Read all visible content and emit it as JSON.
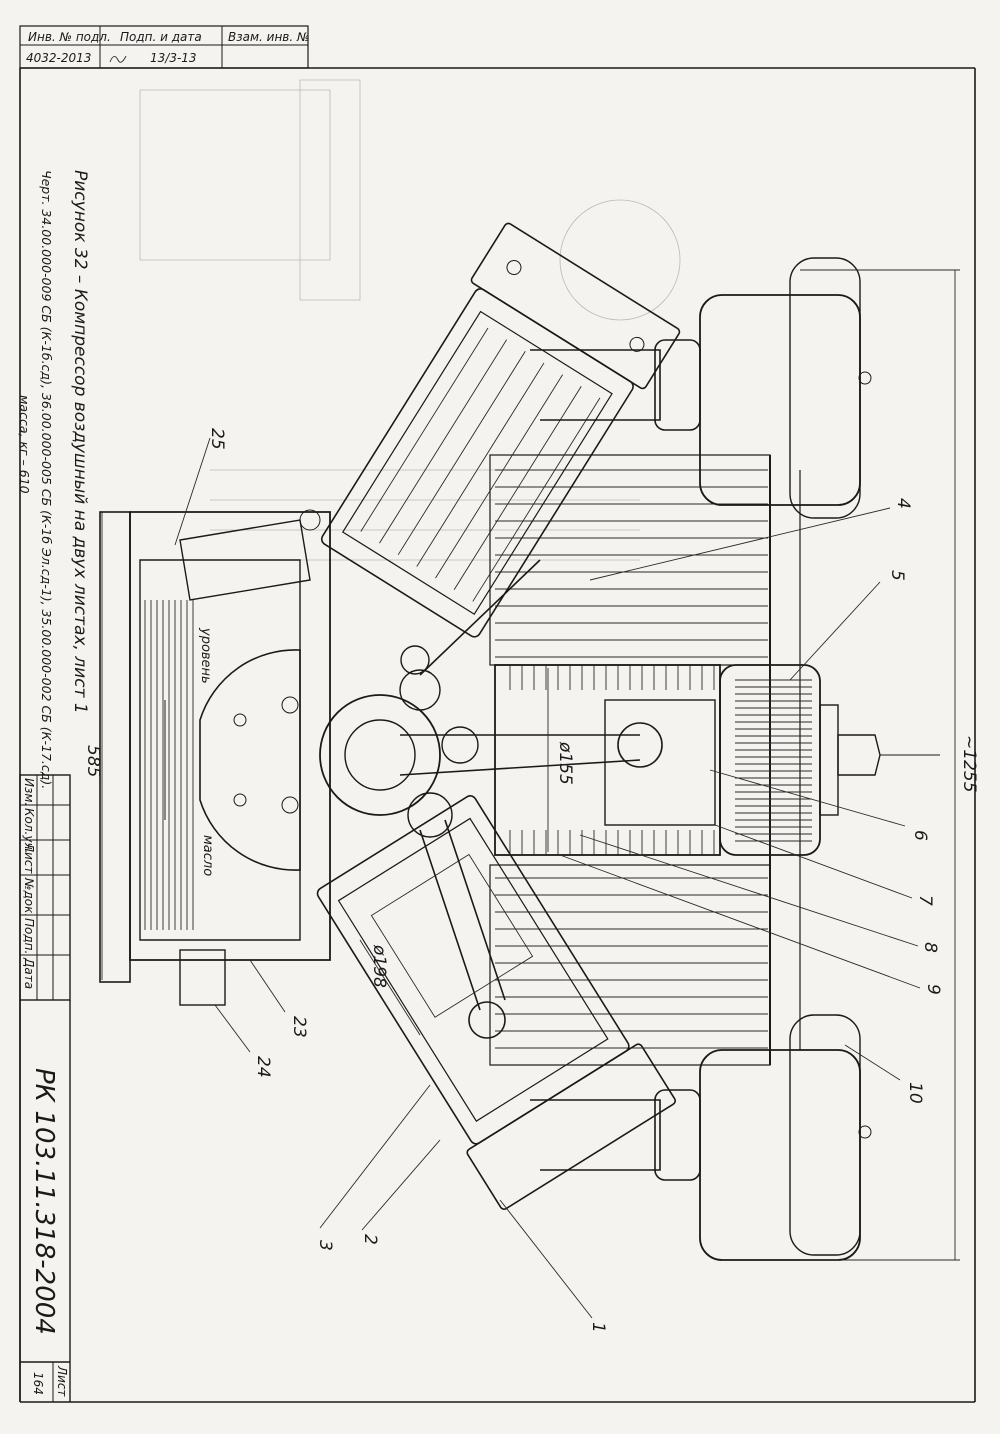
{
  "header_stamp": {
    "col1_title": "Инв. № подл.",
    "col2_title": "Подп. и дата",
    "col3_title": "Взам. инв. №",
    "col1_value": "4032-2013",
    "col2_value": "13/3-13",
    "col3_value": ""
  },
  "caption": {
    "title": "Рисунок 32 – Компрессор воздушный на двух листах, лист 1",
    "line2": "Черт. 34.00.000-009 СБ (К-1б.сд), 36.00.000-005 СБ (К-1б Эл.сд-1), 35.00.000-002 СБ (К-17.сд).",
    "line3": "масса, кг – 610"
  },
  "dimensions": {
    "overall": "~1255",
    "height": "585",
    "bore_vertical": "ø155",
    "bore_lower": "ø198"
  },
  "annotations": {
    "level": "уровень",
    "oil": "масло"
  },
  "part_numbers": [
    "1",
    "2",
    "3",
    "4",
    "5",
    "6",
    "7",
    "8",
    "9",
    "10",
    "23",
    "24",
    "25"
  ],
  "revision_table": {
    "headers": [
      "Изм.",
      "Кол.уч.",
      "Лист",
      "№док.",
      "Подп.",
      "Дата"
    ]
  },
  "document_code": "РК 103.11.318-2004",
  "sheet": {
    "label": "Лист",
    "number": "164"
  }
}
